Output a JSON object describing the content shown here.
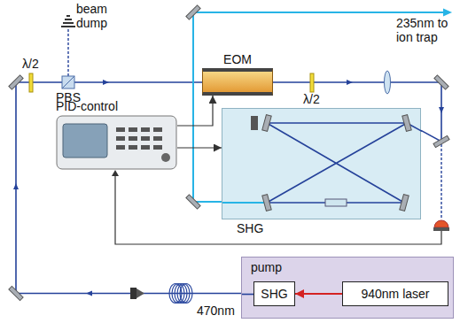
{
  "diagram": {
    "nodes": [
      {
        "text": [
          "EOM"
        ]
      },
      {
        "text": [
          "PID-control"
        ]
      },
      {
        "text": [
          "SHG"
        ]
      },
      {
        "text": [
          "pump"
        ]
      },
      {
        "text": [
          "SHG"
        ],
        "in": 3
      },
      {
        "text": [
          "940nm laser"
        ],
        "in": 3
      }
    ],
    "edges": [
      {
        "from": 1,
        "to": 0,
        "arrow": "to"
      },
      {
        "from": 1,
        "to": 2,
        "arrow": "to"
      },
      {
        "from": 5,
        "to": 4,
        "arrow": "to"
      }
    ],
    "labels": [
      "beam dump",
      "λ/2",
      "PBS",
      "λ/2",
      "235nm to ion trap",
      "470nm"
    ]
  }
}
